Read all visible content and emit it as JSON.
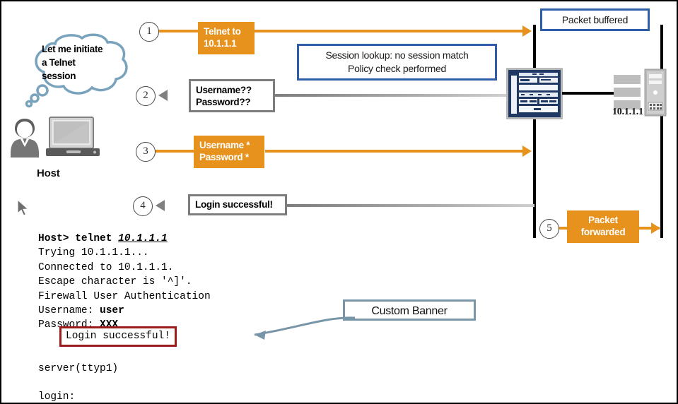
{
  "diagram": {
    "title": "Firewall User Authentication Telnet Flow",
    "colors": {
      "orange": "#E8921E",
      "blue_border": "#2F5EA8",
      "gray_border": "#7D7D7D",
      "steel_border": "#7896A8",
      "red_border": "#9B1B1B",
      "device_blue": "#1F3864"
    },
    "thought_bubble": {
      "name": "thought-cloud",
      "lines": [
        "Let me initiate",
        "a Telnet",
        "session"
      ]
    },
    "host": {
      "label": "Host",
      "person_icon": "person-icon",
      "computer_icon": "laptop-icon",
      "cursor_icon": "mouse-cursor-icon"
    },
    "server": {
      "ip_label": "10.1.1.1",
      "server_icon": "server-icon",
      "stack_icon": "server-stack-icon"
    },
    "firewall": {
      "device_icon": "firewall-chassis-icon"
    },
    "steps": [
      {
        "number": "1",
        "label_lines": [
          "Telnet to",
          "10.1.1.1"
        ],
        "style": "orange",
        "direction": "right"
      },
      {
        "number": "2",
        "label_lines": [
          "Username??",
          "Password??"
        ],
        "style": "gray",
        "direction": "left"
      },
      {
        "number": "3",
        "label_lines": [
          "Username *",
          "Password *"
        ],
        "style": "orange",
        "direction": "right"
      },
      {
        "number": "4",
        "label_lines": [
          "Login successful!"
        ],
        "style": "gray",
        "direction": "left"
      },
      {
        "number": "5",
        "label_lines": [
          "Packet",
          "forwarded"
        ],
        "style": "orange",
        "direction": "right"
      }
    ],
    "callouts": {
      "packet_buffered": "Packet buffered",
      "session_lookup_line1": "Session lookup: no session match",
      "session_lookup_line2": "Policy check performed",
      "custom_banner": "Custom Banner"
    },
    "terminal": {
      "prompt": "Host> ",
      "command": "telnet ",
      "command_arg": "10.1.1.1",
      "lines": [
        "Trying 10.1.1.1...",
        "Connected to 10.1.1.1.",
        "Escape character is '^]'.",
        "Firewall User Authentication"
      ],
      "username_label": "Username: ",
      "username_value": "user",
      "password_label": "Password: ",
      "password_value": "XXX",
      "banner_text": "Login successful!",
      "server_line": "server(ttyp1)",
      "login_line": "login:"
    }
  }
}
